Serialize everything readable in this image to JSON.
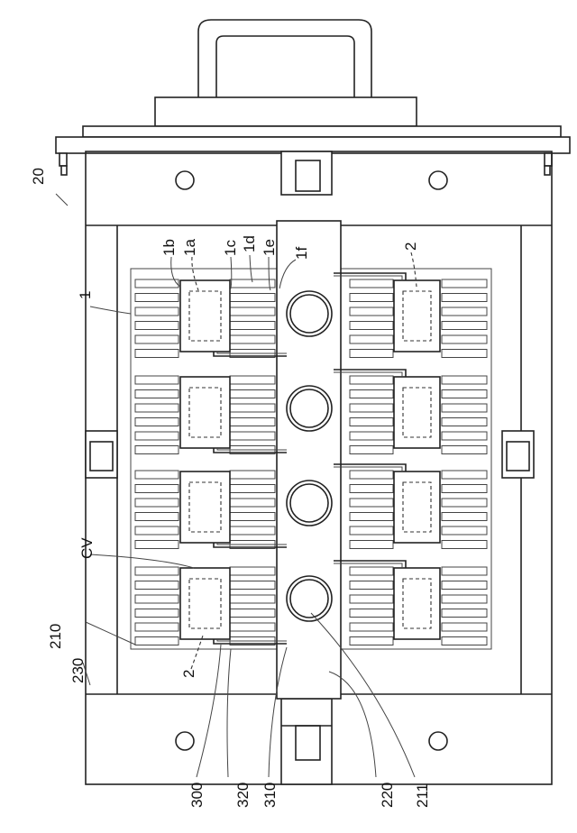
{
  "labels": {
    "device": "20",
    "tray": "1",
    "l1b": "1b",
    "l1a": "1a",
    "l1c": "1c",
    "l1d": "1d",
    "l1e": "1e",
    "l1f": "1f",
    "cover_top": "2",
    "cover_bottom": "2",
    "cv": "CV",
    "base": "210",
    "frame": "230",
    "pipe_unit": "300",
    "pipe_b": "320",
    "pipe_a": "310",
    "center_bar": "220",
    "opening": "211"
  }
}
